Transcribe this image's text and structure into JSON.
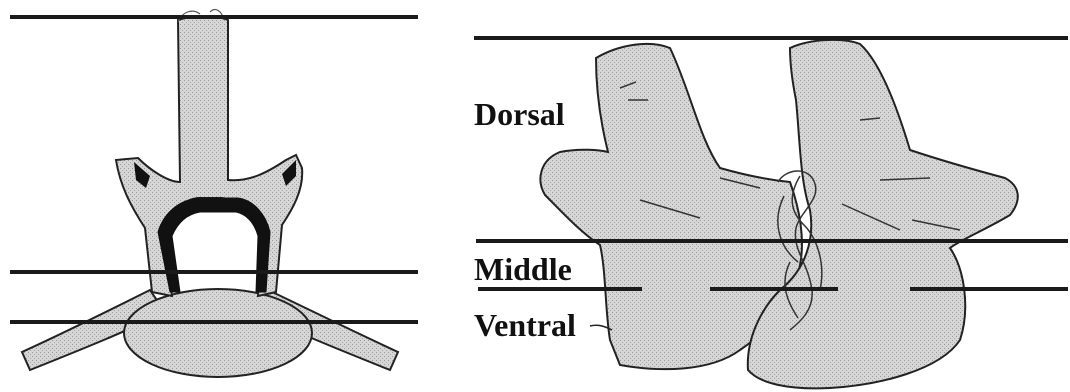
{
  "labels": {
    "dorsal": "Dorsal",
    "middle": "Middle",
    "ventral": "Ventral"
  },
  "colors": {
    "bone_fill": "#d8d8d8",
    "outline": "#222222",
    "line": "#1a1a1a",
    "canal_dark": "#111111"
  }
}
